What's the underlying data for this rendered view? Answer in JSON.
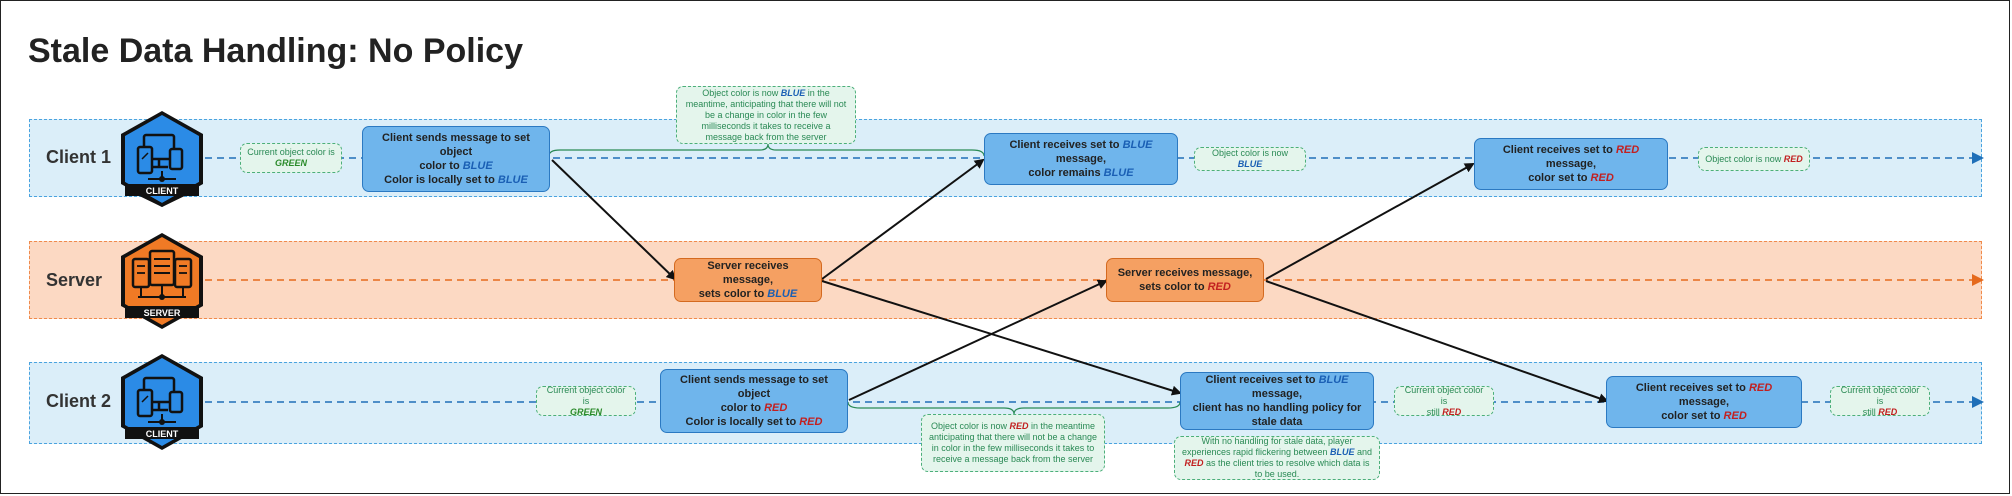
{
  "title": "Stale Data Handling: No Policy",
  "lanes": {
    "client1": {
      "label": "Client 1",
      "badge": "CLIENT"
    },
    "server": {
      "label": "Server",
      "badge": "SERVER"
    },
    "client2": {
      "label": "Client 2",
      "badge": "CLIENT"
    }
  },
  "colors": {
    "client_lane": "#dbeef9",
    "server_lane": "#fcd9c3",
    "client_icon": "#2b8be6",
    "server_icon": "#f07a25",
    "blue_text": "#1a5fb4",
    "red_text": "#c22020",
    "green_text": "#2a8a2a",
    "note_bg": "#e4f5ec"
  },
  "client1": {
    "note_initial": {
      "line1": "Current object color is",
      "value": "GREEN"
    },
    "send": {
      "line1": "Client sends message to set object",
      "line2a": "color to ",
      "line2b": "BLUE",
      "line3a": "Color is locally set to ",
      "line3b": "BLUE"
    },
    "note_anticipate": {
      "a": "Object color is now ",
      "b": "BLUE",
      "c": " in the meantime, anticipating that there will not be a change in color in the few milliseconds it takes to receive a message back from the server"
    },
    "receive_blue": {
      "a": "Client receives set to ",
      "b": "BLUE",
      "c": " message,",
      "d": "color remains ",
      "e": "BLUE"
    },
    "note_now_blue": {
      "a": "Object color is now ",
      "b": "BLUE"
    },
    "receive_red": {
      "a": "Client receives set to ",
      "b": "RED",
      "c": " message,",
      "d": "color set to ",
      "e": "RED"
    },
    "note_now_red": {
      "a": "Object color is now ",
      "b": "RED"
    }
  },
  "server": {
    "receive_blue": {
      "line1": "Server receives message,",
      "a": "sets color to ",
      "b": "BLUE"
    },
    "receive_red": {
      "line1": "Server receives message,",
      "a": "sets color to ",
      "b": "RED"
    }
  },
  "client2": {
    "note_initial": {
      "line1": "Current object color is",
      "value": "GREEN"
    },
    "send": {
      "line1": "Client sends message to set object",
      "line2a": "color to ",
      "line2b": "RED",
      "line3a": "Color is locally set to ",
      "line3b": "RED"
    },
    "note_anticipate": {
      "a": "Object color is now ",
      "b": "RED",
      "c": " in the meantime anticipating that there will not be a change in color in the few milliseconds it takes to receive a message back from the server"
    },
    "receive_blue": {
      "a": "Client receives set to ",
      "b": "BLUE",
      "c": " message,",
      "d": "client has no handling policy for",
      "e": "stale data"
    },
    "note_flicker": {
      "a": "With no handling for stale data, player experiences rapid flickering between ",
      "b": "BLUE",
      "c": " and ",
      "d": "RED",
      "e": " as the client tries to resolve which data is to be used."
    },
    "note_still_red_1": {
      "line1": "Current object color is",
      "a": "still ",
      "b": "RED"
    },
    "receive_red": {
      "a": "Client receives set to ",
      "b": "RED",
      "c": " message,",
      "d": "color set to ",
      "e": "RED"
    },
    "note_still_red_2": {
      "line1": "Current object color is",
      "a": "still ",
      "b": "RED"
    }
  }
}
